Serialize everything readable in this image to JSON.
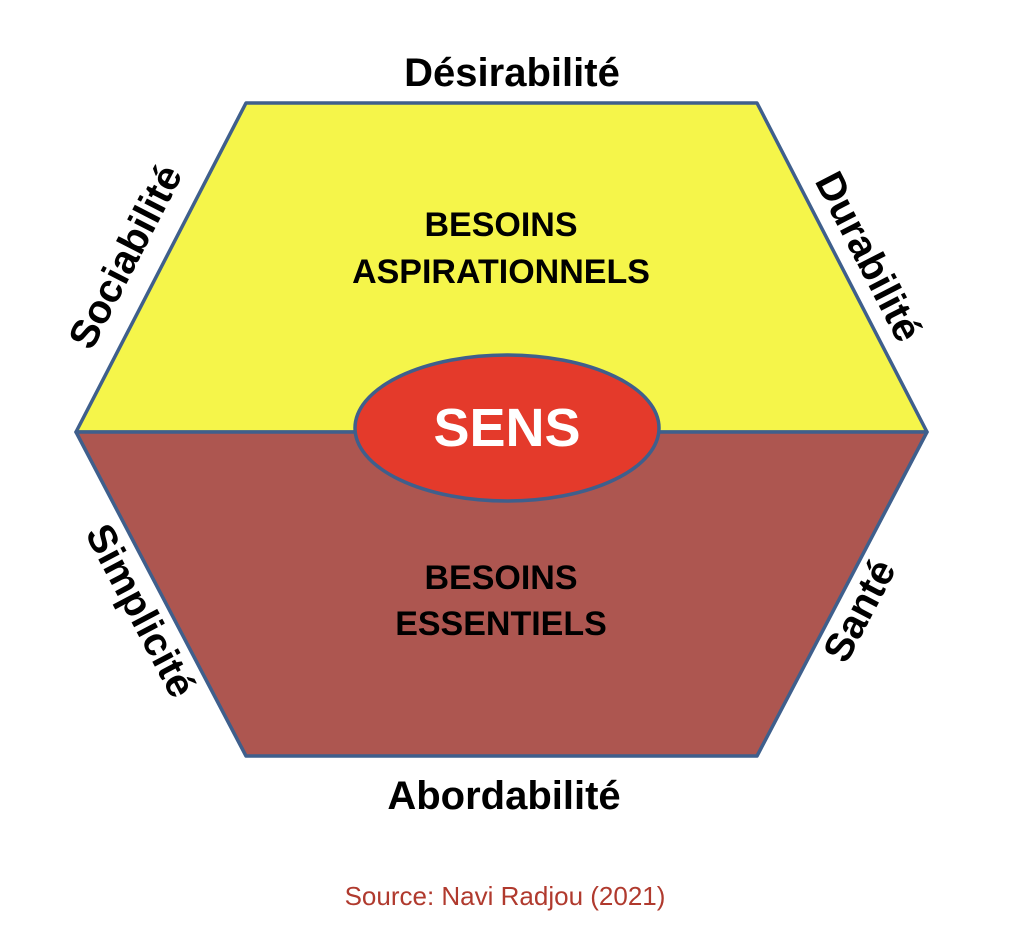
{
  "diagram": {
    "top_label": "Désirabilité",
    "bottom_label": "Abordabilité",
    "upper_left_label": "Sociabilité",
    "upper_right_label": "Durabilité",
    "lower_left_label": "Simplicité",
    "lower_right_label": "Santé",
    "upper_zone": {
      "line1": "BESOINS",
      "line2": "ASPIRATIONNELS"
    },
    "lower_zone": {
      "line1": "BESOINS",
      "line2": "ESSENTIELS"
    },
    "center": "SENS",
    "source": "Source: Navi Radjou (2021)"
  },
  "colors": {
    "upper_fill": "#f5f54a",
    "lower_fill": "#ad5650",
    "center_fill": "#e43a2b",
    "outline": "#3f5f8c",
    "upper_text": "#000000",
    "lower_text": "#ffffff",
    "center_text": "#ffffff",
    "source_text": "#b03a2e"
  }
}
